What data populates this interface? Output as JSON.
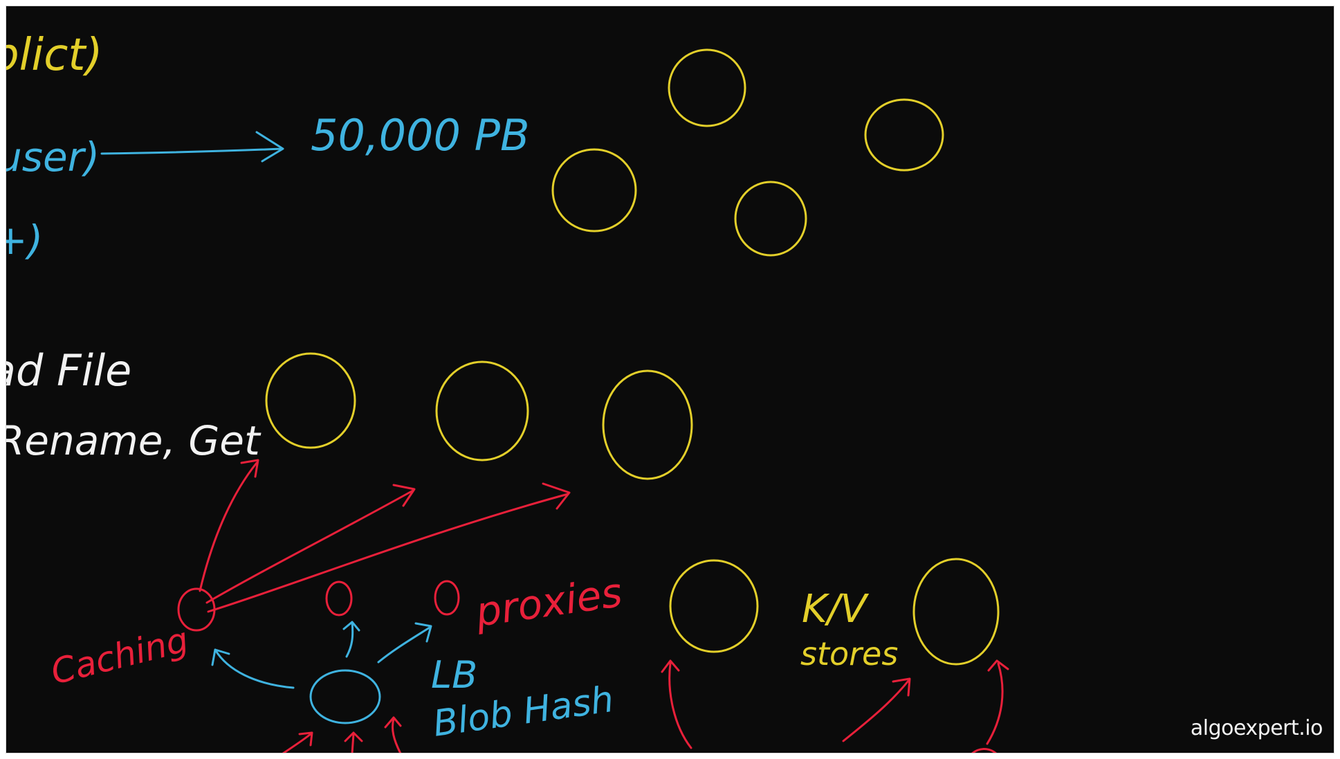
{
  "left_notes": {
    "line1": "plict)",
    "line2": "user)",
    "line3": "+)",
    "line4": "ad File",
    "line5": "Rename, Get"
  },
  "storage_estimate": "50,000 PB",
  "labels": {
    "proxies": "proxies",
    "lb": "LB",
    "blob_hash": "Blob Hash",
    "caching": "Caching",
    "kv_line1": "K/V",
    "kv_line2": "stores"
  },
  "watermark": "algoexpert.io",
  "colors": {
    "background": "#0b0b0b",
    "yellow": "#e3cf2a",
    "blue": "#3fb3e0",
    "red": "#e8203a",
    "white": "#f2f2f2"
  }
}
